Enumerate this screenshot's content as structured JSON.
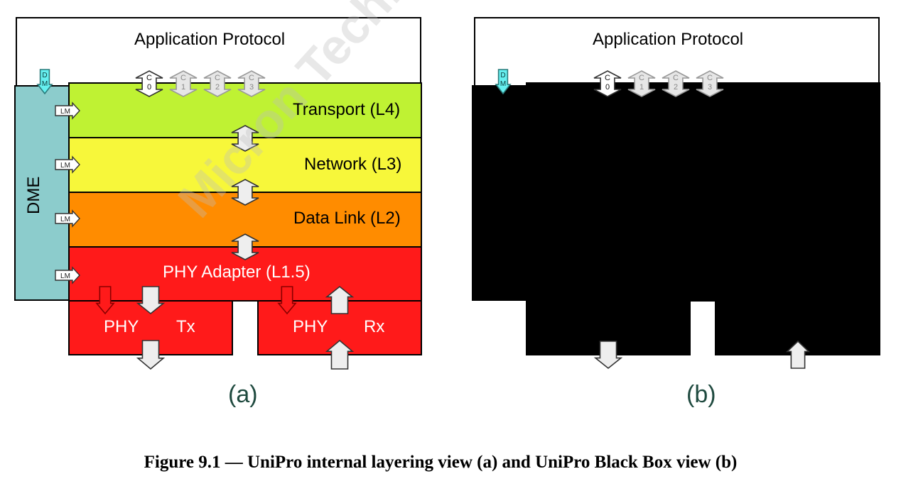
{
  "panel_a": {
    "app_protocol": "Application Protocol",
    "dme": "DME",
    "transport": "Transport (L4)",
    "network": "Network (L3)",
    "datalink": "Data Link (L2)",
    "phy_adapter": "PHY Adapter (L1.5)",
    "phy_tx_phy": "PHY",
    "phy_tx_tx": "Tx",
    "phy_rx_phy": "PHY",
    "phy_rx_rx": "Rx",
    "label": "(a)"
  },
  "panel_b": {
    "app_protocol": "Application Protocol",
    "label": "(b)"
  },
  "sap": {
    "dm": [
      "D",
      "M"
    ],
    "c0": [
      "C",
      "0"
    ],
    "c1": [
      "C",
      "1"
    ],
    "c2": [
      "C",
      "2"
    ],
    "c3": [
      "C",
      "3"
    ],
    "lm": "LM"
  },
  "caption": "Figure 9.1 — UniPro internal layering view (a) and UniPro Black Box view (b)",
  "watermark": "Micron Technology",
  "colors": {
    "transport": "#bff233",
    "network": "#f7f73a",
    "datalink": "#ff8c00",
    "phy": "#ff1a1a",
    "dme": "#8ccccc",
    "dm_arrow": "#66f0f0",
    "black_box": "#000000"
  }
}
